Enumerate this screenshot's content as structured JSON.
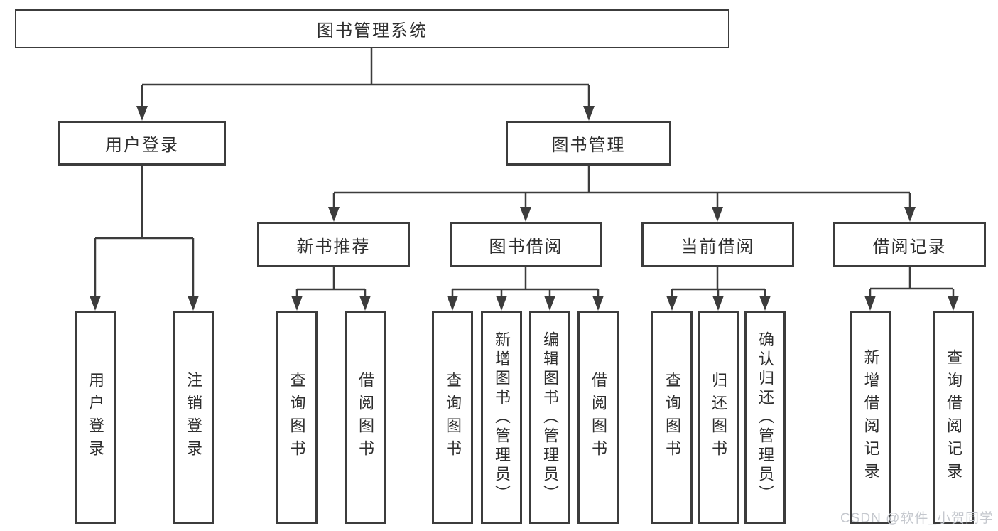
{
  "colors": {
    "line": "#3c3c3c",
    "text": "#2e2e2e",
    "watermark": "#c5c8ce"
  },
  "tree": {
    "root": {
      "label": "图书管理系统"
    },
    "children": [
      {
        "label": "用户登录",
        "children": [
          {
            "label": "用户登录"
          },
          {
            "label": "注销登录"
          }
        ]
      },
      {
        "label": "图书管理",
        "children": [
          {
            "label": "新书推荐",
            "children": [
              {
                "label": "查询图书"
              },
              {
                "label": "借阅图书"
              }
            ]
          },
          {
            "label": "图书借阅",
            "children": [
              {
                "label": "查询图书"
              },
              {
                "label": "新增图书（管理员）"
              },
              {
                "label": "编辑图书（管理员）"
              },
              {
                "label": "借阅图书"
              }
            ]
          },
          {
            "label": "当前借阅",
            "children": [
              {
                "label": "查询图书"
              },
              {
                "label": "归还图书"
              },
              {
                "label": "确认归还（管理员）"
              }
            ]
          },
          {
            "label": "借阅记录",
            "children": [
              {
                "label": "新增借阅记录"
              },
              {
                "label": "查询借阅记录"
              }
            ]
          }
        ]
      }
    ]
  },
  "watermark": "CSDN @软件_小贺同学"
}
